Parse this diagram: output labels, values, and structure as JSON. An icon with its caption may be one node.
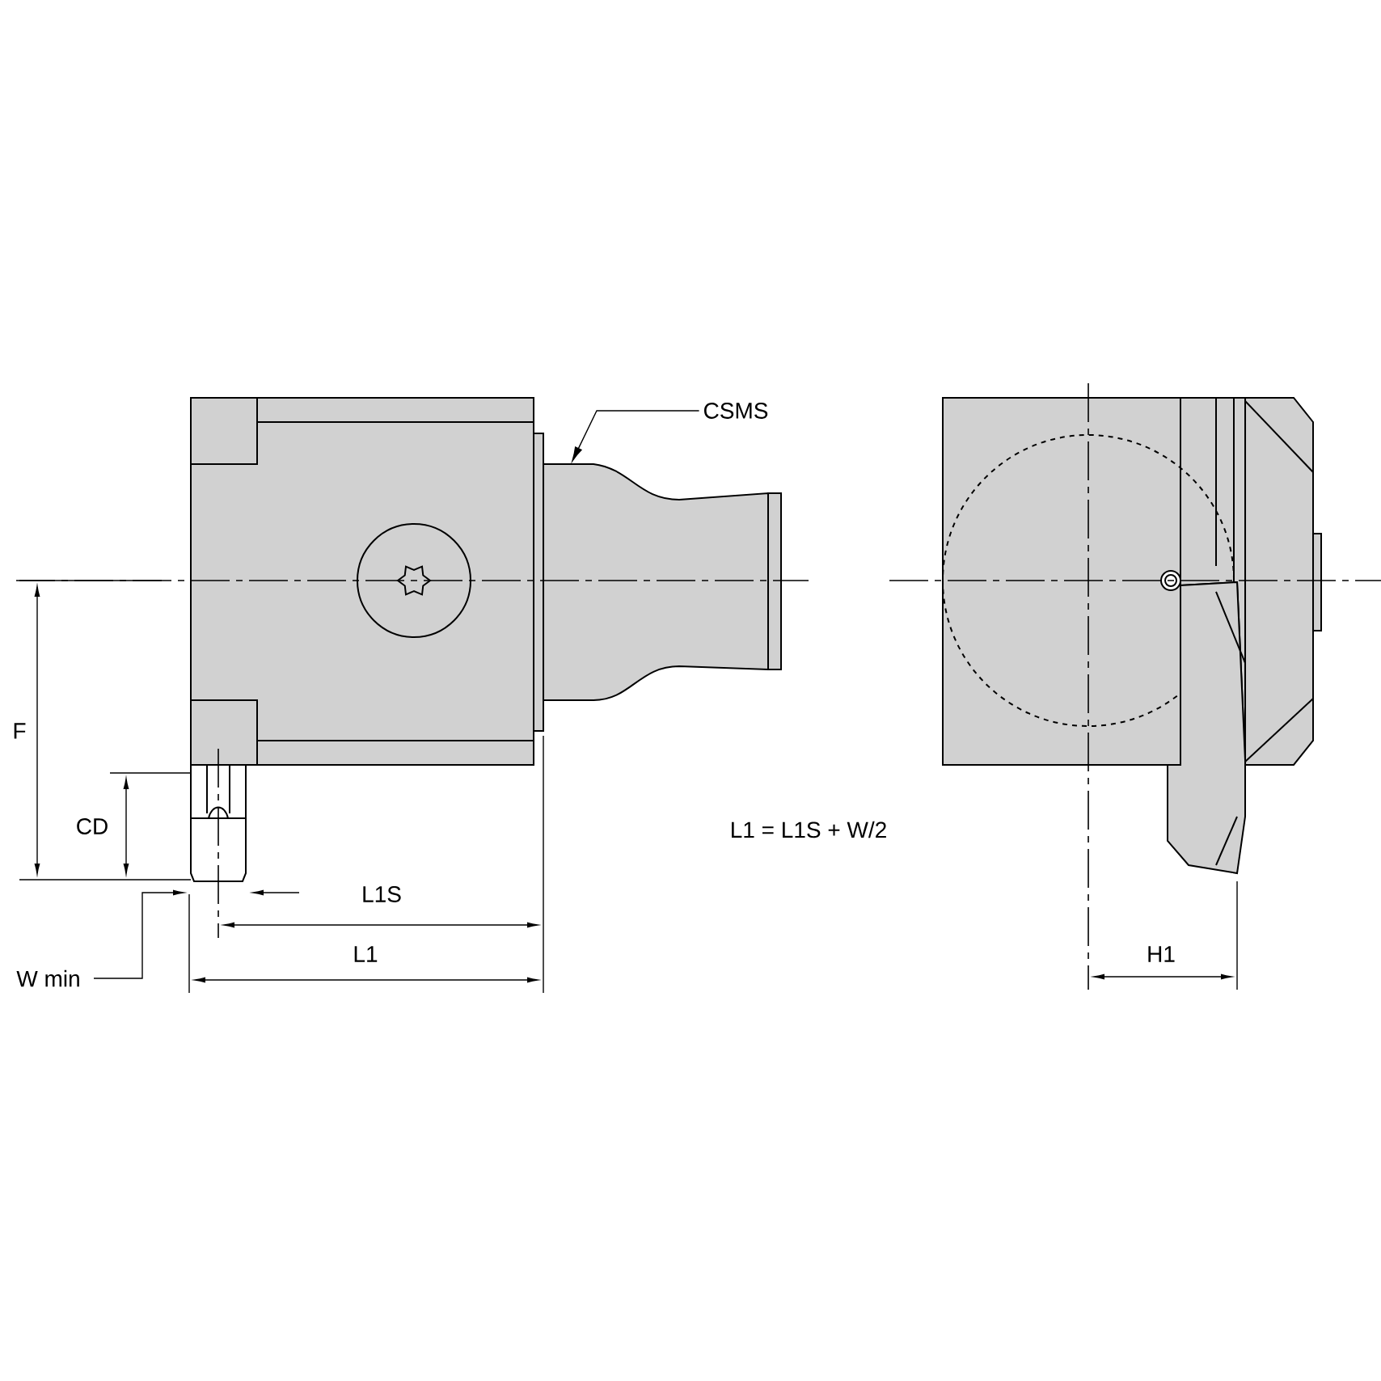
{
  "diagram": {
    "nodes": [
      {
        "text": [
          "CSMS"
        ]
      },
      {
        "text": [],
        "shape": "picture"
      }
    ],
    "edges": [
      {
        "from": 0,
        "to": 1,
        "arrow": "to"
      }
    ],
    "labels": [
      "F",
      "CD",
      "W min",
      "L1S",
      "L1",
      "L1 = L1S + W/2",
      "H1"
    ]
  }
}
